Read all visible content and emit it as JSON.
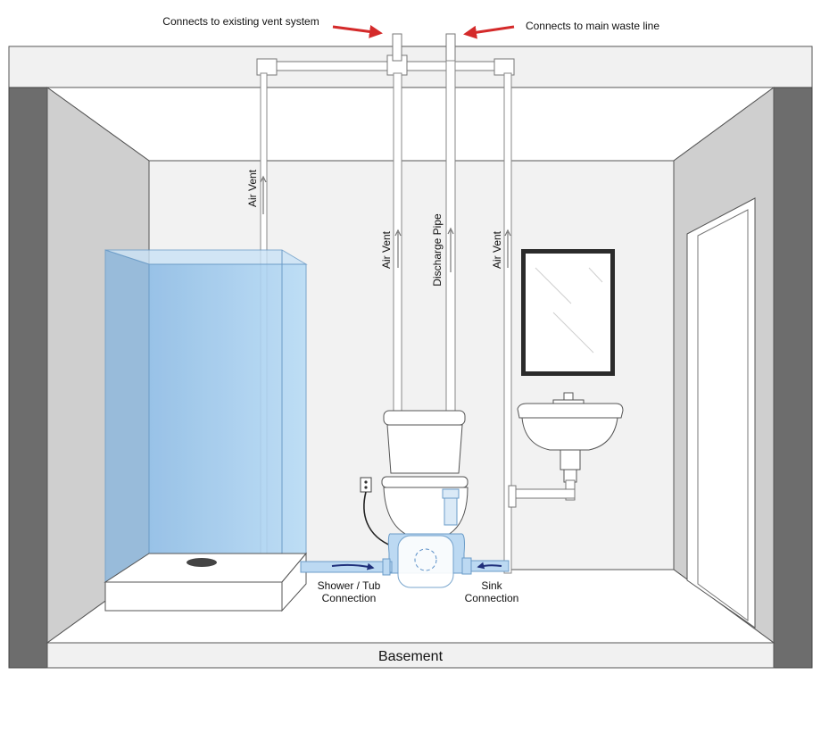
{
  "labels": {
    "vent_system": "Connects to existing vent system",
    "waste_line": "Connects to main waste line",
    "air_vent_left": "Air Vent",
    "air_vent_center": "Air Vent",
    "discharge_pipe": "Discharge Pipe",
    "air_vent_right": "Air Vent",
    "shower_line1": "Shower / Tub",
    "shower_line2": "Connection",
    "sink_line1": "Sink",
    "sink_line2": "Connection",
    "basement": "Basement"
  },
  "colors": {
    "arrow_red": "#d42a2a",
    "flow_arrow": "#1f2f7a",
    "shower_glass": "#9ecbef",
    "pump_unit": "#bcd9f2",
    "wall_dark": "#6d6d6d",
    "wall_side": "#cfcfcf",
    "back_wall": "#f2f2f2"
  },
  "icons": {
    "outlet": "electrical-outlet-icon"
  }
}
